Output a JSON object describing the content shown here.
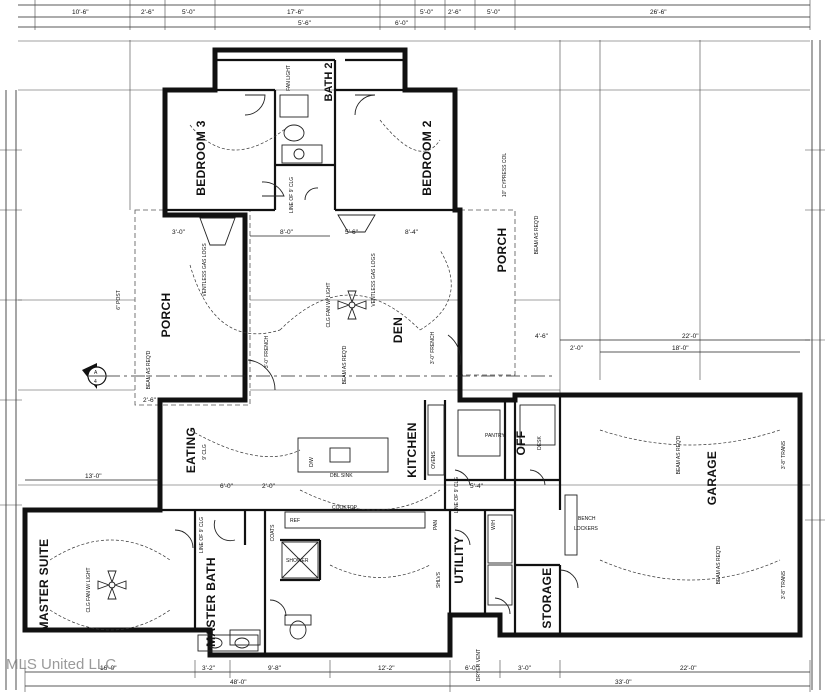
{
  "rooms": {
    "bedroom3": "BEDROOM 3",
    "bedroom2": "BEDROOM 2",
    "bath2": "BATH 2",
    "porch_left": "PORCH",
    "porch_right": "PORCH",
    "den": "DEN",
    "eating": "EATING",
    "kitchen": "KITCHEN",
    "off": "OFF",
    "garage": "GARAGE",
    "master_suite": "MASTER SUITE",
    "master_bath": "MASTER BATH",
    "utility": "UTILITY",
    "storage": "STORAGE"
  },
  "top_dims": {
    "d1": "10'-6\"",
    "d2": "2'-6\"",
    "d3": "5'-0\"",
    "d4": "17'-6\"",
    "d5": "5'-0\"",
    "d6": "2'-6\"",
    "d7": "5'-0\"",
    "d8": "26'-6\"",
    "d9": "5'-6\"",
    "d10": "6'-0\""
  },
  "bottom_dims": {
    "b1": "16'-0\"",
    "b2": "3'-2\"",
    "b3": "9'-8\"",
    "b4": "12'-2\"",
    "b5": "6'-0\"",
    "b6": "3'-0\"",
    "b7": "22'-0\"",
    "total_left": "48'-0\"",
    "total_right": "33'-0\""
  },
  "mid_dims": {
    "m1": "13'-0\"",
    "m2": "22'-0\"",
    "m3": "18'-0\"",
    "m4": "4'-6\"",
    "m5": "2'-0\"",
    "m6": "8'-0\"",
    "m7": "3'-0\"",
    "m8": "5'-6\"",
    "m9": "8'-4\"",
    "m10": "6'-0\"",
    "m11": "2'-0\"",
    "m12": "2'-6\"",
    "m13": "5'-4\""
  },
  "notes": {
    "ventless1": "VENTLESS GAS LOGS",
    "ventless2": "VENTLESS GAS LOGS",
    "clg_fan": "CLG FAN W/ LIGHT",
    "clg_fan2": "CLG FAN W/ LIGHT",
    "beam_left": "BEAM AS REQ'D",
    "beam_den": "BEAM AS REQ'D",
    "beam_porch": "BEAM AS REQ'D",
    "beam_garage1": "BEAM AS REQ'D",
    "beam_garage2": "BEAM AS REQ'D",
    "post": "6\" POST",
    "cypress": "10\" CYPRESS COL",
    "french1": "3'-0\" FRENCH",
    "french2": "3'-0\" FRENCH",
    "clg9": "9' CLG",
    "pantry": "PANTRY",
    "desk": "DESK",
    "coats": "COATS",
    "bench": "BENCH",
    "lockers": "LOCKERS",
    "shlvs": "SHLVS",
    "dryer": "DRYER VENT",
    "ovens": "OVENS",
    "dw": "D/W",
    "dblsink": "DBL SINK",
    "cooktop": "COOKTOP",
    "ref": "REF",
    "wh": "W/H",
    "pan": "PAN",
    "trans1": "3'-8\" TRANS",
    "trans2": "3'-8\" TRANS",
    "line_clg": "LINE OF 9' CLG",
    "section": "A",
    "section_sheet": "4",
    "fan_light": "FAN LIGHT",
    "shower": "SHOWER"
  },
  "watermark": "MLS United LLC"
}
